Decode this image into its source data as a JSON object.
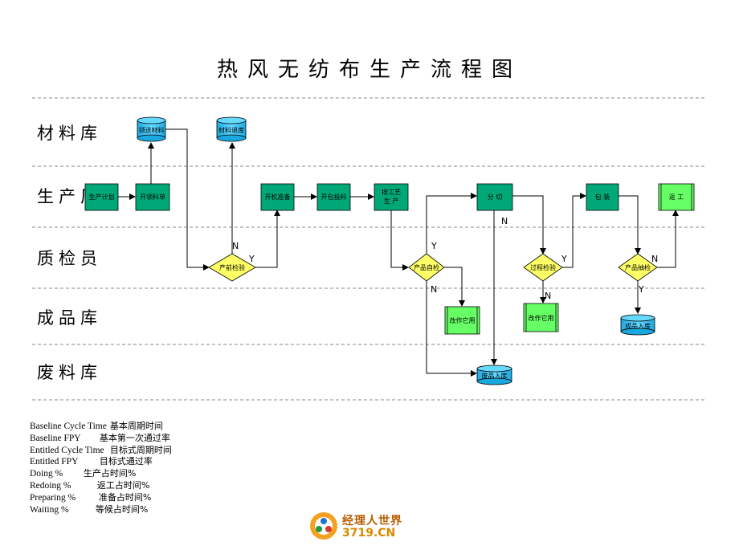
{
  "title": "热风无纺布生产流程图",
  "lanes": [
    "材料库",
    "生产厂",
    "质检员",
    "成品库",
    "废料库"
  ],
  "nodes": {
    "plan": "生产计划",
    "pick_list": "开领料单",
    "pick_material": "领送材料",
    "material_return": "材料退库",
    "pre_check": "产前检验",
    "machine_prep": "开机准备",
    "open_feed": "开包投料",
    "process_prod_1": "按工艺",
    "process_prod_2": "生 产",
    "product_check": "产品自检",
    "slitting": "分 切",
    "process_check": "过程检验",
    "packing": "包 装",
    "rework": "返 工",
    "final_check": "产品抽检",
    "disposal_1": "改作它用",
    "disposal_2": "改作它用",
    "finished_store": "成品入库",
    "waste_store": "废品入库"
  },
  "yn": {
    "pre_check_n": "N",
    "pre_check_y": "Y",
    "product_check_y": "Y",
    "product_check_n": "N",
    "slitting_n": "N",
    "process_check_y": "Y",
    "process_check_n": "N",
    "final_check_n": "N",
    "final_check_y": "Y"
  },
  "legend": [
    {
      "en": "Baseline Cycle Time",
      "cn": "基本周期时间"
    },
    {
      "en": "Baseline FPY",
      "cn": "基本第一次通过率"
    },
    {
      "en": "Entitled Cycle Time",
      "cn": "目标式周期时间"
    },
    {
      "en": "Entitled FPY",
      "cn": "目标式通过率"
    },
    {
      "en": "Doing %",
      "cn": "生产占时间%"
    },
    {
      "en": "Redoing %",
      "cn": "返工占时间%"
    },
    {
      "en": "Preparing %",
      "cn": "准备占时间%"
    },
    {
      "en": "Waiting %",
      "cn": "等候占时间%"
    }
  ],
  "logo": {
    "name": "经理人世界",
    "url": "3719.CN"
  },
  "colors": {
    "process": "#00a878",
    "decision": "#ffff66",
    "store": "#33ccff",
    "disposal": "#66ff66",
    "rework": "#66ff66"
  }
}
